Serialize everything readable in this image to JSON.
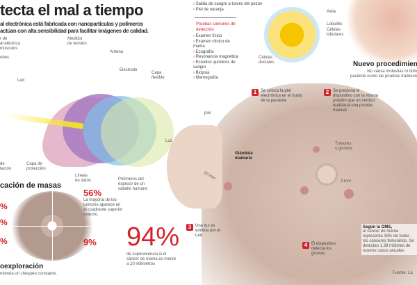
{
  "header": {
    "title": "tecta el mal a tiempo",
    "subtitle_1": "al electrónica está fabricada con nanopartículas y polímeros",
    "subtitle_2": "actúan con alta sensibilidad para facilitar imágenes de calidad."
  },
  "device_labels": {
    "sensor": "r de\nal eléctrica\nmúsculos",
    "tubes": "ubes",
    "tension": "Medidor\nde tensión",
    "antenna": "Antena",
    "electrode": "Electrodo",
    "flexible": "Capa\nflexible",
    "led": "Led",
    "protection_left": "de\ntación",
    "protection": "Capa de\nprotección",
    "data_lines": "Líneas\nde datos",
    "polymers": "Polímeros del\nespesor de un\ncabello humano",
    "light": "Luz"
  },
  "symptoms": [
    "Salida de sangre a través del pezón",
    "Piel de naranja"
  ],
  "tests": {
    "heading": "Pruebas comunes de detección",
    "items": [
      "Examen físico",
      "Examen clínico de mama",
      "Ecografía",
      "Resonancia magnética",
      "Estudios químicos de sangre",
      "Biopsia",
      "Mamografía"
    ]
  },
  "anatomy": {
    "axilla": "Axila",
    "lobule": "Lobulillo",
    "lobular_cells": "Células\nlobulares",
    "ductal_cells": "Células\nductales"
  },
  "procedure": {
    "title": "Nuevo procedimien",
    "desc_1": "No causa molestias ni dolo",
    "desc_2": "paciente como las pruebas tradicion"
  },
  "steps": [
    {
      "n": "1",
      "text": "Se coloca la piel electrónica en el busto de la paciente"
    },
    {
      "n": "2",
      "text": "Se presiona el dispositivo con la misma presión que un médico realizaría una prueba manual"
    },
    {
      "n": "3",
      "text": "Una luz es emitida por el Led"
    },
    {
      "n": "4",
      "text": "El dispositivo detecta los grumos"
    }
  ],
  "body_labels": {
    "skin": "piel",
    "gland": "Glándula\nmamaria",
    "tumors": "Tumores\no grumos",
    "size_3mm": "3 mm",
    "size_20mm": "20 mm"
  },
  "masses": {
    "title": "cación de masas",
    "left_pcts": [
      "%",
      "%",
      "%"
    ],
    "pct_56": "56%",
    "desc_56": "La mayoría de los tumores aparece en el cuadrante superior externo.",
    "pct_9": "9%"
  },
  "survival": {
    "pct": "94%",
    "desc": "de supervivencia si el cáncer de mama es menor a 10 milímetros"
  },
  "selfexam": {
    "title": "oexploración",
    "desc": "mienda un chequeo constante."
  },
  "who": {
    "title": "Según la OMS,",
    "text": "el cáncer de mama representa 16% de todos los cánceres femeninos. Se detectan 1.38 millones de nuevos casos anuales"
  },
  "source": "Fuente: La",
  "colors": {
    "accent": "#d2232a",
    "skin": "#d9c0b2",
    "yellow": "#f6d21c"
  }
}
